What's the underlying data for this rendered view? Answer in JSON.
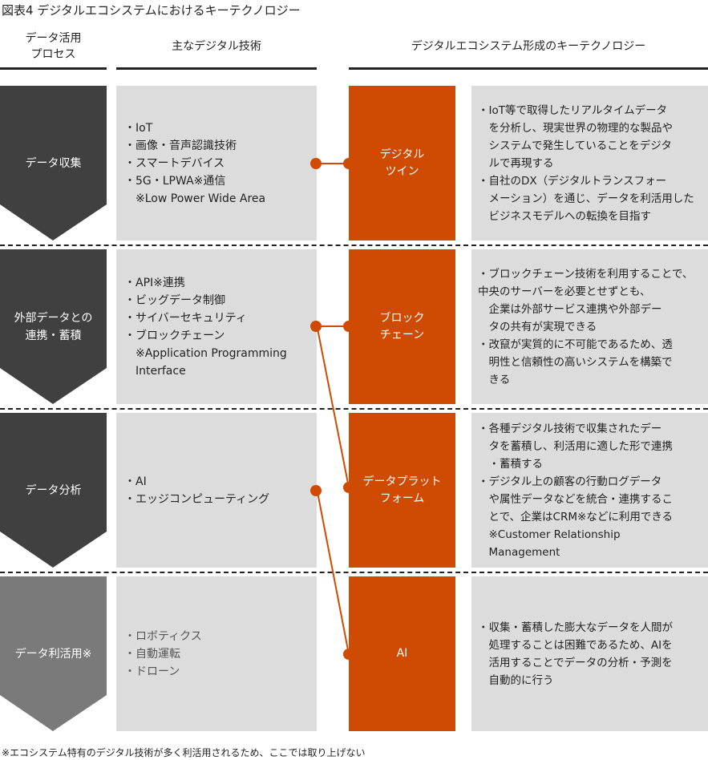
{
  "title": "図表4 デジタルエコシステムにおけるキーテクノロジー",
  "headers": {
    "process": "データ活用\nプロセス",
    "tech": "主なデジタル技術",
    "key": "デジタルエコシステム形成のキーテクノロジー"
  },
  "rows": [
    {
      "process": "データ収集",
      "tech": "・IoT\n・画像・音声認識技術\n・スマートデバイス\n・5G・LPWA※通信\n　※Low Power Wide Area",
      "key": "デジタル\nツイン",
      "desc": "・IoT等で取得したリアルタイムデータ\n　を分析し、現実世界の物理的な製品や\n　システムで発生していることをデジタ\n　ルで再現する\n・自社のDX（デジタルトランスフォー\n　メーション）を通じ、データを利活用した\n　ビジネスモデルへの転換を目指す"
    },
    {
      "process": "外部データとの\n連携・蓄積",
      "tech": "・API※連携\n・ビッグデータ制御\n・サイバーセキュリティ\n・ブロックチェーン\n　※Application Programming\n　Interface",
      "key": "ブロック\nチェーン",
      "desc": "・ブロックチェーン技術を利用することで、中央のサーバーを必要とせずとも、\n　企業は外部サービス連携や外部デー\n　タの共有が実現できる\n・改竄が実質的に不可能であるため、透\n　明性と信頼性の高いシステムを構築で\n　きる"
    },
    {
      "process": "データ分析",
      "tech": "・AI\n・エッジコンピューティング",
      "key": "データプラット\nフォーム",
      "desc": "・各種デジタル技術で収集されたデー\n　タを蓄積し、利活用に適した形で連携\n　・蓄積する\n・デジタル上の顧客の行動ログデータ\n　や属性データなどを統合・連携するこ\n　とで、企業はCRM※などに利用できる\n　※Customer Relationship\n　Management"
    },
    {
      "process": "データ利活用※",
      "tech": "・ロボティクス\n・自動運転\n・ドローン",
      "key": "AI",
      "desc": "・収集・蓄積した膨大なデータを人間が\n　処理することは困難であるため、AIを\n　活用することでデータの分析・予測を\n　自動的に行う"
    }
  ],
  "note": "※エコシステム特有のデジタル技術が多く利活用されるため、ここでは取り上げない",
  "colors": {
    "orange": "#cf4a02",
    "dark": "#404040",
    "mid": "#7a7a7a",
    "gray": "#dcdcdc"
  }
}
